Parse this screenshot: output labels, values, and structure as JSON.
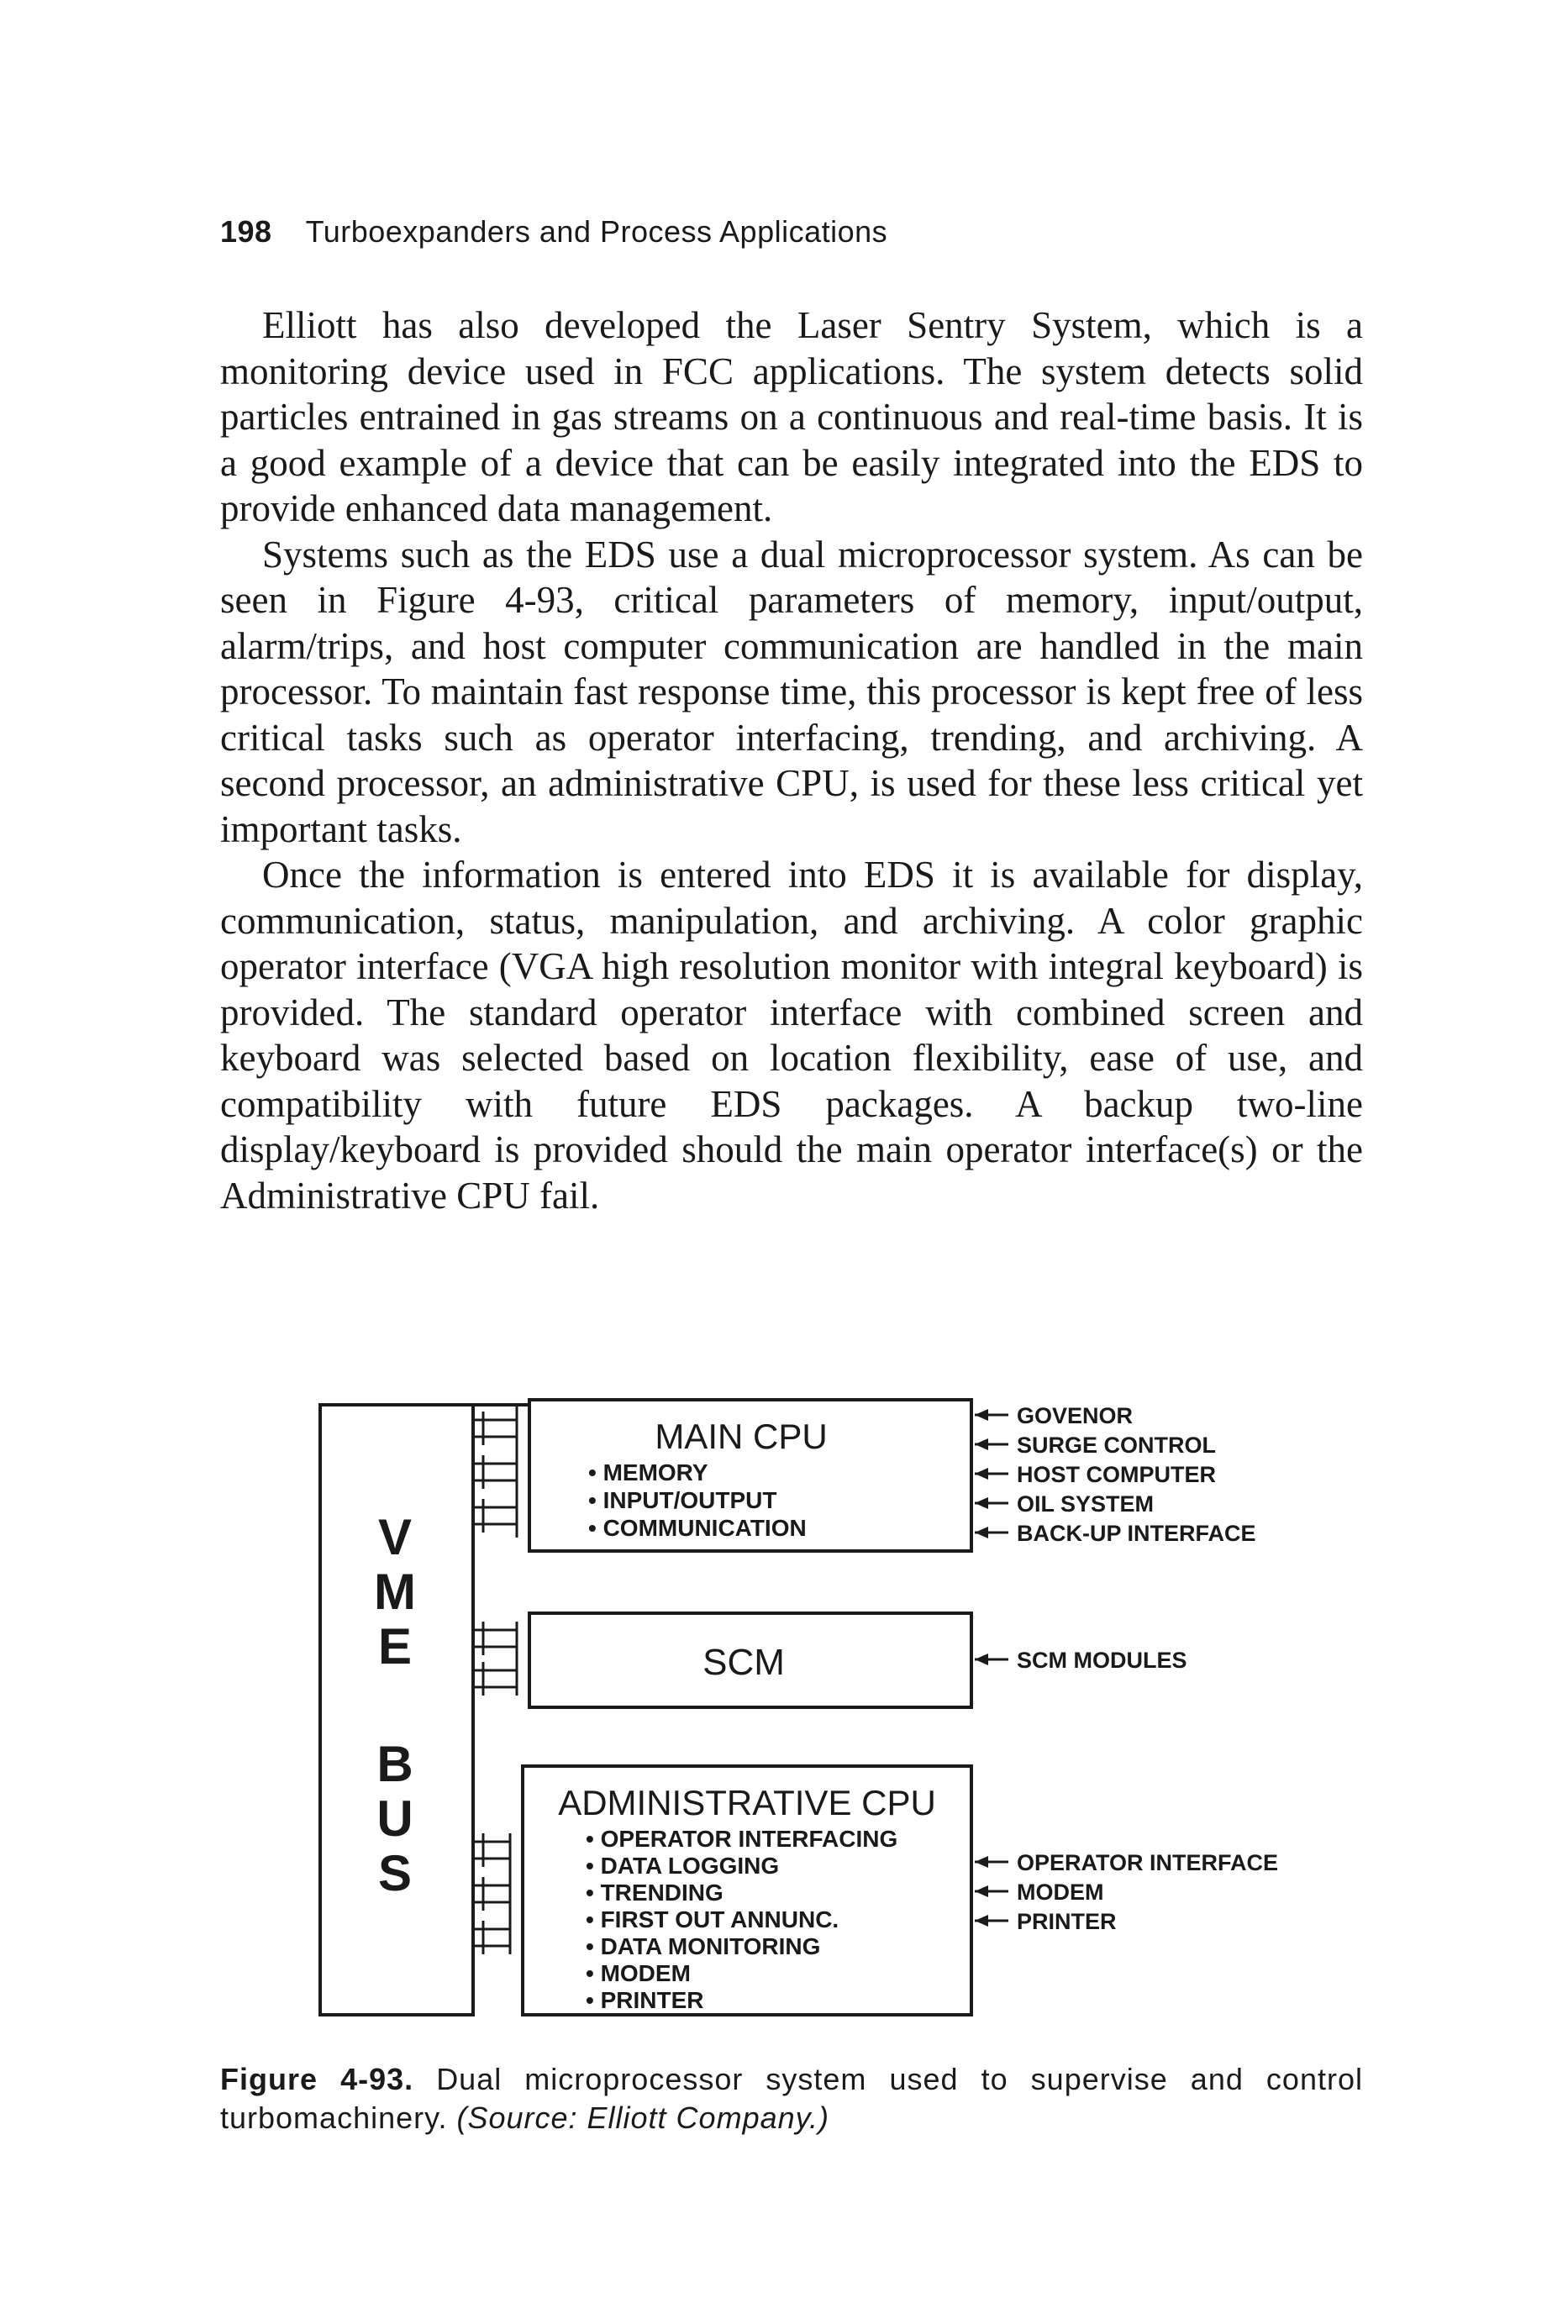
{
  "header": {
    "page_number": "198",
    "running_title": "Turboexpanders and Process Applications"
  },
  "paragraphs": [
    "Elliott has also developed the Laser Sentry System, which is a monitoring device used in FCC applications. The system detects solid particles entrained in gas streams on a continuous and real-time basis. It is a good example of a device that can be easily integrated into the EDS to provide enhanced data management.",
    "Systems such as the EDS use a dual microprocessor system. As can be seen in Figure 4-93, critical parameters of memory, input/output, alarm/trips, and host computer communication are handled in the main processor. To maintain fast response time, this processor is kept free of less critical tasks such as operator interfacing, trending, and archiving. A second processor, an administrative CPU, is used for these less critical yet important tasks.",
    "Once the information is entered into EDS it is available for display, communication, status, manipulation, and archiving. A color graphic operator interface (VGA high resolution monitor with integral keyboard) is provided. The standard operator interface with combined screen and keyboard was selected based on location flexibility, ease of use, and compatibility with future EDS packages. A backup two-line display/keyboard is provided should the main operator interface(s) or the Administrative CPU fail."
  ],
  "figure": {
    "bus_letters": [
      "V",
      "M",
      "E",
      "B",
      "U",
      "S"
    ],
    "main_cpu": {
      "title": "MAIN CPU",
      "items": [
        "• MEMORY",
        "• INPUT/OUTPUT",
        "• COMMUNICATION"
      ],
      "inputs": [
        "GOVENOR",
        "SURGE CONTROL",
        "HOST COMPUTER",
        "OIL SYSTEM",
        "BACK-UP INTERFACE"
      ]
    },
    "scm": {
      "title": "SCM",
      "inputs": [
        "SCM MODULES"
      ]
    },
    "admin_cpu": {
      "title": "ADMINISTRATIVE CPU",
      "items": [
        "• OPERATOR INTERFACING",
        "• DATA LOGGING",
        "• TRENDING",
        "• FIRST OUT ANNUNC.",
        "• DATA MONITORING",
        "• MODEM",
        "• PRINTER"
      ],
      "inputs": [
        "OPERATOR INTERFACE",
        "MODEM",
        "PRINTER"
      ]
    }
  },
  "caption": {
    "label": "Figure 4-93.",
    "text": "Dual microprocessor system used to supervise and control turbomachinery.",
    "source": "(Source: Elliott Company.)"
  }
}
